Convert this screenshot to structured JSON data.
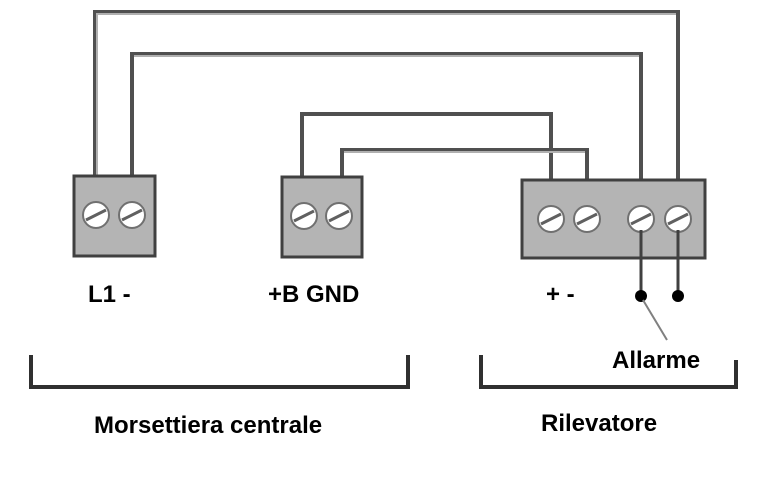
{
  "terminals": {
    "central_l1": "L1 -",
    "central_power": "+B GND",
    "detector_power": "+ -",
    "alarm": "Allarme"
  },
  "groups": {
    "central": "Morsettiera centrale",
    "detector": "Rilevatore"
  },
  "colors": {
    "block": "#b4b4b4",
    "wire_dark": "#404040",
    "wire_light": "#a0a0a0"
  }
}
